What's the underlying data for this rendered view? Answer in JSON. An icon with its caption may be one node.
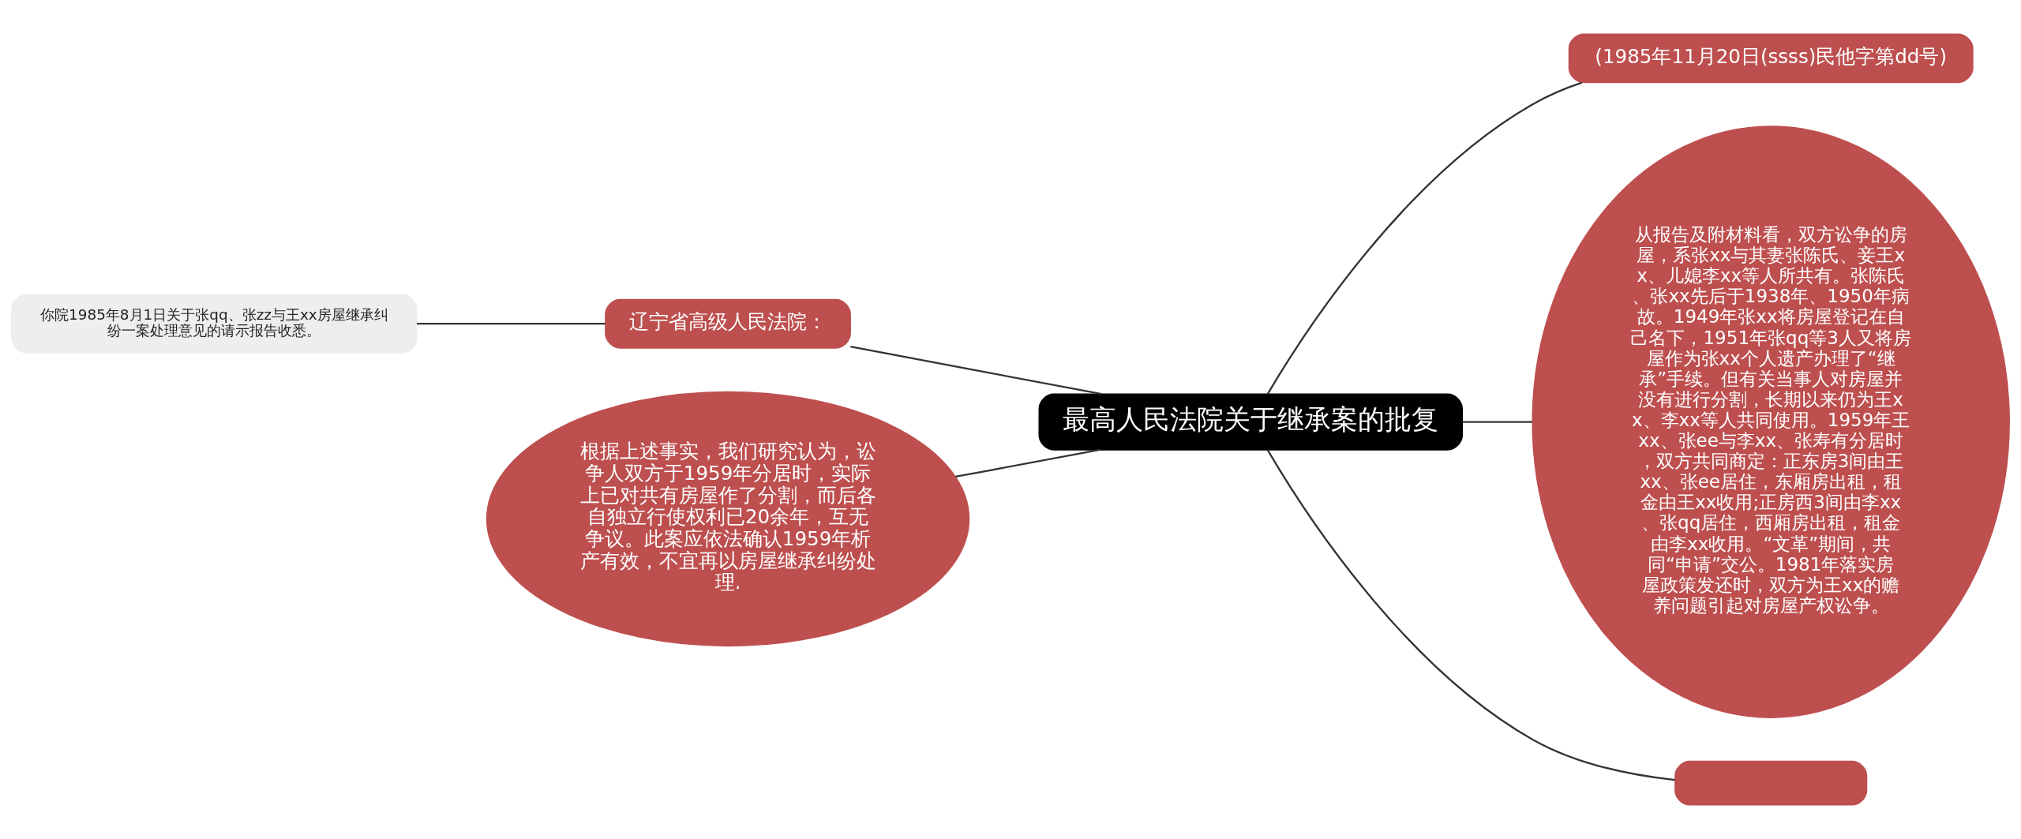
{
  "diagram": {
    "nodes": [
      {
        "text": [
          "最高人民法院关于继承案的批复"
        ]
      },
      {
        "text": [
          "辽宁省高级人民法院："
        ]
      },
      {
        "text": [
          "你院1985年8月1日关于张qq、张zz与王xx房屋继承纠纷一案处理意见的请示报告收悉。"
        ]
      },
      {
        "text": [
          "根据上述事实，我们研究认为，讼争人双方于1959年分居时，实际上已对共有房屋作了分割，而后各自独立行使权利已20余年，互无争议。此案应依法确认1959年析产有效，不宜再以房屋继承纠纷处理."
        ]
      },
      {
        "text": [
          "(1985年11月20日(ssss)民他字第dd号)"
        ]
      },
      {
        "text": [
          "从报告及附材料看，双方讼争的房屋，系张xx与其妻张陈氏、妾王xx、儿媳李xx等人所共有。张陈氏、张xx先后于1938年、1950年病故。1949年张xx将房屋登记在自己名下，1951年张qq等3人又将房屋作为张xx个人遗产办理了“继承”手续。但有关当事人对房屋并没有进行分割，长期以来仍为王xx、李xx等人共同使用。1959年王xx、张ee与李xx、张寿有分居时，双方共同商定：正东房3间由王xx、张ee居住，东厢房出租，租金由王xx收用;正房西3间由李xx、张qq居住，西厢房出租，租金由李xx收用。“文革”期间，共同“申请”交公。1981年落实房屋政策发还时，双方为王xx的赡养问题引起对房屋产权讼争。"
        ]
      },
      {
        "text": [],
        "shape": "box"
      }
    ],
    "edges": [
      {
        "from": 0,
        "to": 4,
        "arrow": "none"
      },
      {
        "from": 0,
        "to": 1,
        "arrow": "none"
      },
      {
        "from": 1,
        "to": 2,
        "arrow": "none"
      },
      {
        "from": 0,
        "to": 5,
        "arrow": "none"
      },
      {
        "from": 0,
        "to": 3,
        "arrow": "none"
      },
      {
        "from": 0,
        "to": 6,
        "arrow": "none"
      }
    ]
  }
}
